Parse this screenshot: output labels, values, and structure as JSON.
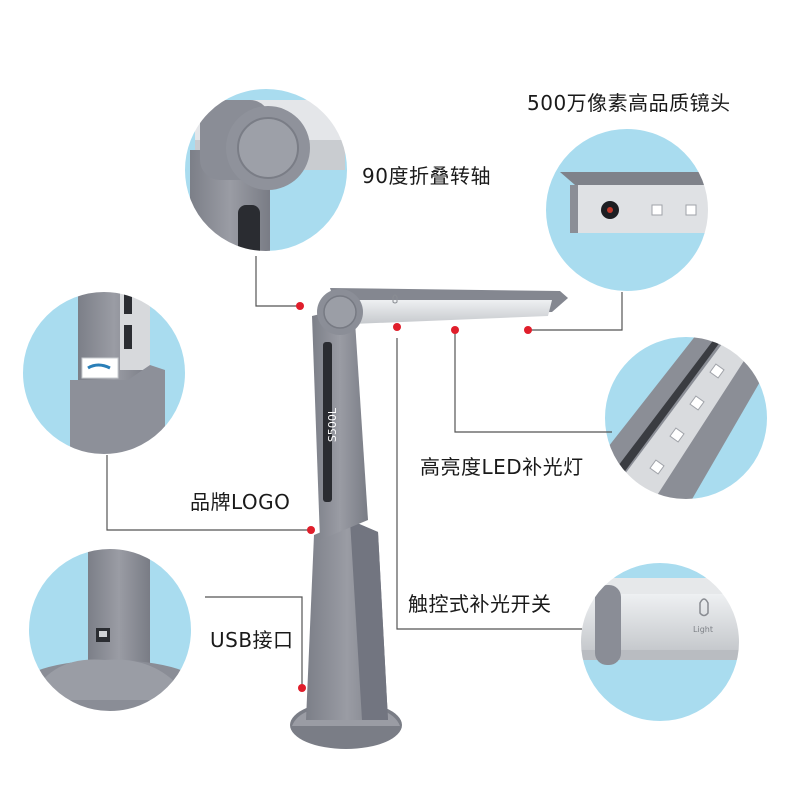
{
  "labels": {
    "hinge": "90度折叠转轴",
    "camera": "500万像素高品质镜头",
    "led": "高亮度LED补光灯",
    "logo": "品牌LOGO",
    "touch": "触控式补光开关",
    "usb": "USB接口"
  },
  "device": {
    "model_text": "S500L",
    "light_text": "Light"
  },
  "colors": {
    "callout_circle": "#a9dcef",
    "device_body": "#8a8d96",
    "device_dark": "#6f727b",
    "arm_silver": "#dadde0",
    "marker_red": "#e01e2b",
    "leader_line": "#555555"
  }
}
